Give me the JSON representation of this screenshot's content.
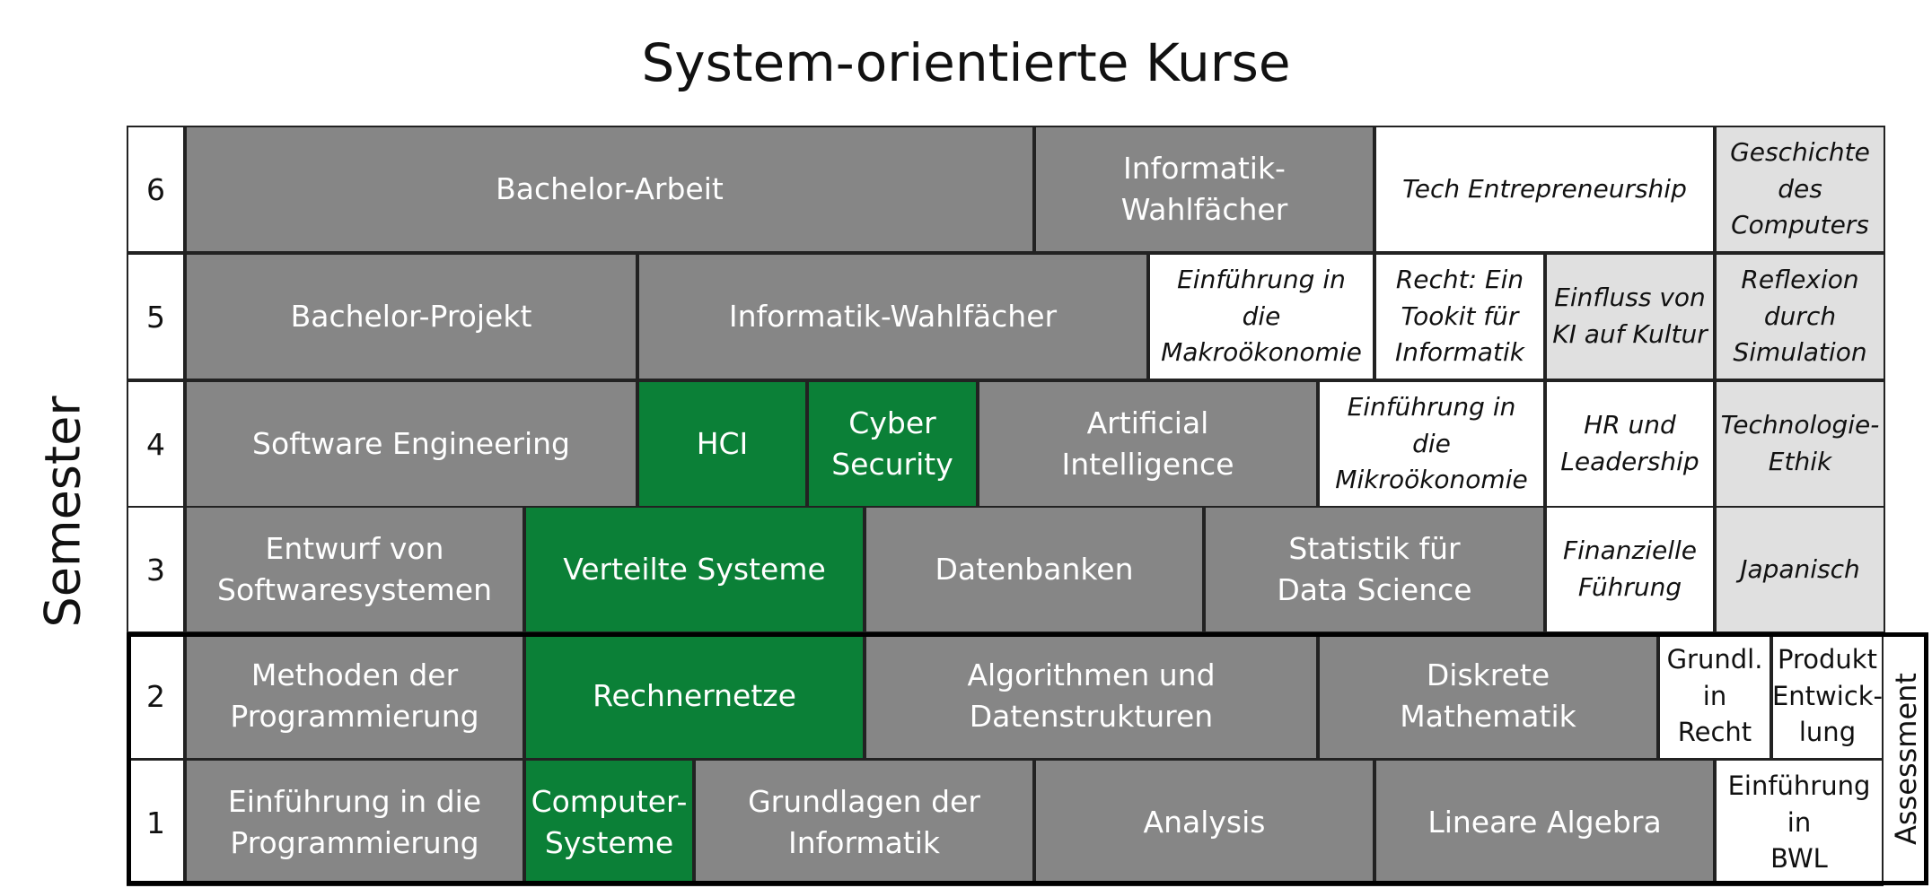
{
  "title": "System-orientierte Kurse",
  "axis_label": "Semester",
  "assessment_label": "Assessment",
  "colors": {
    "core_gray": "#868686",
    "system_green": "#0b8037",
    "elective_white": "#ffffff",
    "elective_light_gray": "#e0e0e0",
    "assessment_border": "#000000"
  },
  "semesters": [
    {
      "number": "6",
      "courses": [
        {
          "label": "Bachelor-Arbeit",
          "style": "gray"
        },
        {
          "label": "Informatik-\nWahlfächer",
          "style": "gray"
        },
        {
          "label": "Tech Entrepreneurship",
          "style": "white"
        },
        {
          "label": "Geschichte des\nComputers",
          "style": "light"
        }
      ]
    },
    {
      "number": "5",
      "courses": [
        {
          "label": "Bachelor-Projekt",
          "style": "gray"
        },
        {
          "label": "Informatik-Wahlfächer",
          "style": "gray"
        },
        {
          "label": "Einführung in die\nMakroökonomie",
          "style": "white"
        },
        {
          "label": "Recht: Ein\nTookit für\nInformatik",
          "style": "white"
        },
        {
          "label": "Einfluss von\nKI auf Kultur",
          "style": "light"
        },
        {
          "label": "Reflexion\ndurch\nSimulation",
          "style": "light"
        }
      ]
    },
    {
      "number": "4",
      "courses": [
        {
          "label": "Software Engineering",
          "style": "gray"
        },
        {
          "label": "HCI",
          "style": "green"
        },
        {
          "label": "Cyber\nSecurity",
          "style": "green"
        },
        {
          "label": "Artificial\nIntelligence",
          "style": "gray"
        },
        {
          "label": "Einführung in die\nMikroökonomie",
          "style": "white"
        },
        {
          "label": "HR und\nLeadership",
          "style": "white"
        },
        {
          "label": "Technologie-\nEthik",
          "style": "light"
        }
      ]
    },
    {
      "number": "3",
      "courses": [
        {
          "label": "Entwurf von\nSoftwaresystemen",
          "style": "gray"
        },
        {
          "label": "Verteilte Systeme",
          "style": "green"
        },
        {
          "label": "Datenbanken",
          "style": "gray"
        },
        {
          "label": "Statistik für\nData Science",
          "style": "gray"
        },
        {
          "label": "Finanzielle\nFührung",
          "style": "white"
        },
        {
          "label": "Japanisch",
          "style": "light"
        }
      ]
    },
    {
      "number": "2",
      "courses": [
        {
          "label": "Methoden der\nProgrammierung",
          "style": "gray"
        },
        {
          "label": "Rechnernetze",
          "style": "green"
        },
        {
          "label": "Algorithmen und\nDatenstrukturen",
          "style": "gray"
        },
        {
          "label": "Diskrete\nMathematik",
          "style": "gray"
        },
        {
          "label": "Grundl.\nin Recht",
          "style": "white-upright"
        },
        {
          "label": "Produkt\nEntwick-\nlung",
          "style": "white-upright"
        }
      ]
    },
    {
      "number": "1",
      "courses": [
        {
          "label": "Einführung in die\nProgrammierung",
          "style": "gray"
        },
        {
          "label": "Computer-\nSysteme",
          "style": "green"
        },
        {
          "label": "Grundlagen der\nInformatik",
          "style": "gray"
        },
        {
          "label": "Analysis",
          "style": "gray"
        },
        {
          "label": "Lineare Algebra",
          "style": "gray"
        },
        {
          "label": "Einführung in\nBWL",
          "style": "white-upright"
        }
      ]
    }
  ]
}
